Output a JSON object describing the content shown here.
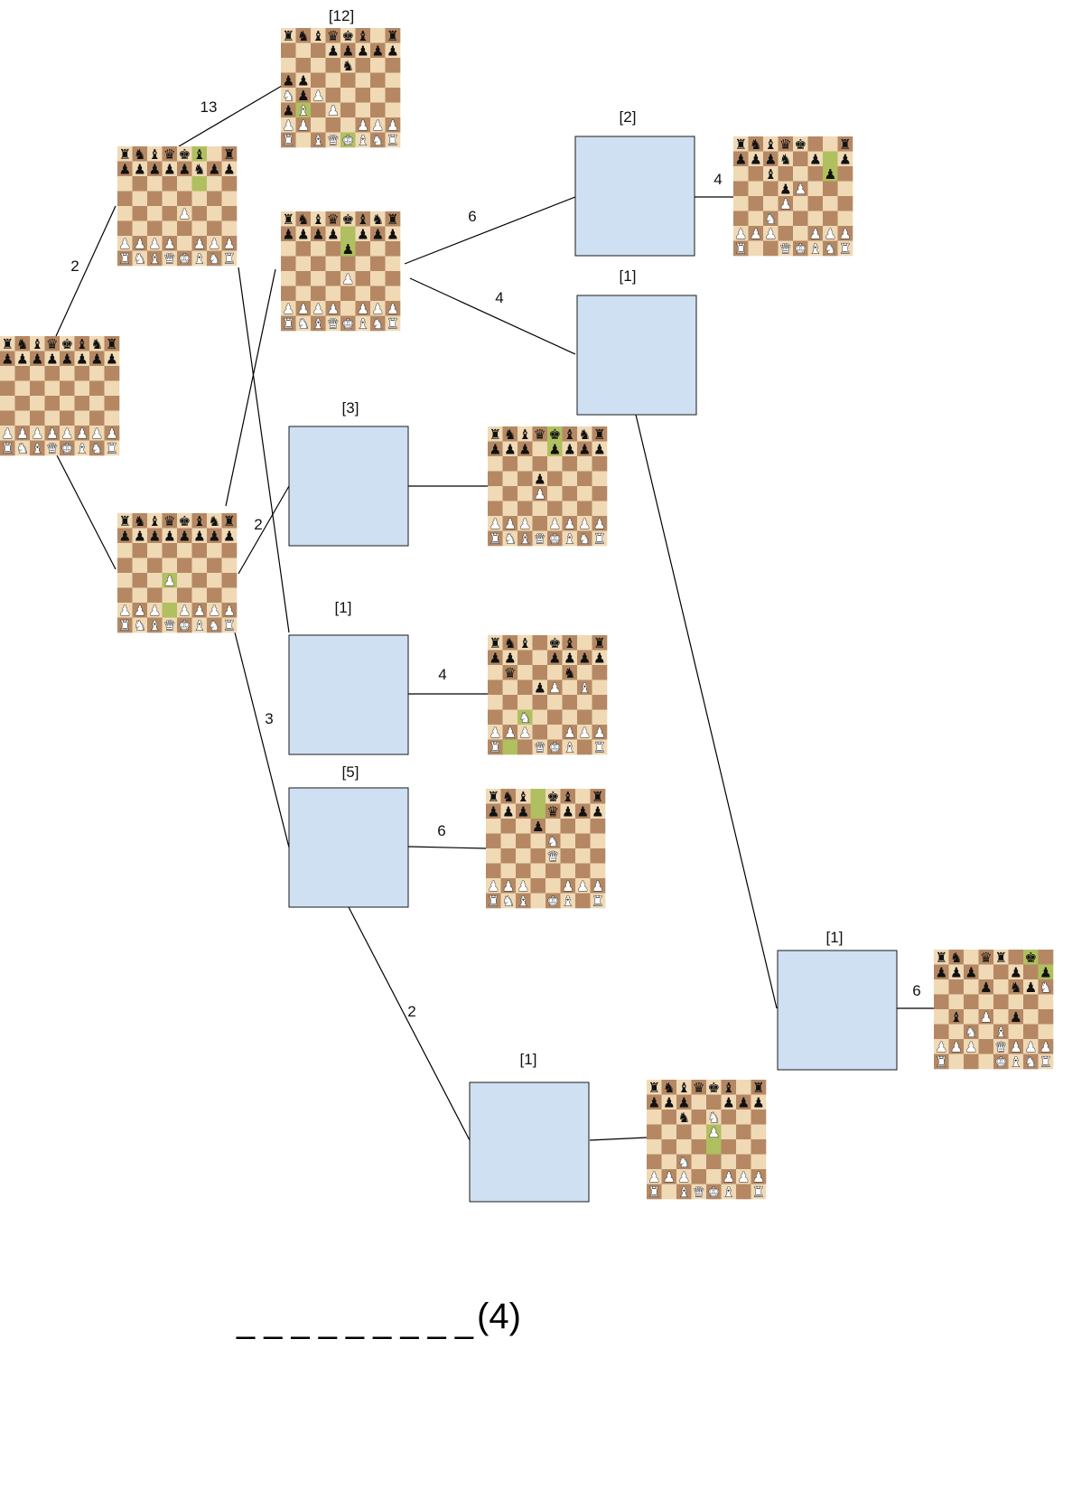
{
  "colors": {
    "light_square": "#f0d9b5",
    "dark_square": "#b58863",
    "highlight_square": "#b0bf5f",
    "empty_box_fill": "#cfe0f3",
    "line": "#000000",
    "white_piece": "#ffffff",
    "black_piece": "#111111"
  },
  "edge_labels": {
    "root_top": "2",
    "n1_n5": "13",
    "n2_e1": "2",
    "n2_e3": "3",
    "n6_e6": "6",
    "n6_e7": "4",
    "e6_n7": "4",
    "e2_n9": "4",
    "e3_n10": "6",
    "e3_e4": "2",
    "e5_n12": "6"
  },
  "box_labels": {
    "n5": "[12]",
    "e1": "[3]",
    "e2": "[1]",
    "e3": "[5]",
    "e4": "[1]",
    "e5": "[1]",
    "e6": "[2]",
    "e7": "[1]"
  },
  "answer": {
    "blanks": "_ _ _ _ _ _ _ _ _",
    "enumeration": "(4)"
  },
  "boards": {
    "n0": {
      "rows": [
        "rnbqkbnr",
        "pppppppp",
        "........",
        "........",
        "........",
        "........",
        "PPPPPPPP",
        "RNBQKBNR"
      ],
      "highlights": []
    },
    "n1": {
      "rows": [
        "rnbqkb.r",
        "pppppnpp",
        "........",
        "........",
        "....P...",
        "........",
        "PPPP.PPP",
        "RNBQKBNR"
      ],
      "highlights": [
        "f8",
        "f6"
      ]
    },
    "n2": {
      "rows": [
        "rnbqkbnr",
        "pppppppp",
        "........",
        "........",
        "...P....",
        "........",
        "PPP.PPPP",
        "RNBQKBNR"
      ],
      "highlights": [
        "d4",
        "d2"
      ]
    },
    "n5": {
      "rows": [
        "rnbqkb.r",
        "...ppppp",
        "....n...",
        "pp......",
        "NpP.....",
        "pB.P....",
        "PP...PPP",
        "R.BQKBNR"
      ],
      "highlights": [
        "b3",
        "e1"
      ]
    },
    "n6": {
      "rows": [
        "rnbqkbnr",
        "pppp.ppp",
        "....p...",
        "........",
        "....P...",
        "........",
        "PPPP.PPP",
        "RNBQKBNR"
      ],
      "highlights": [
        "e7",
        "e6"
      ]
    },
    "n7": {
      "rows": [
        "rnbqk..r",
        "pppn.p.p",
        "..b...p.",
        "...pP...",
        "...P....",
        "..N.....",
        "PPP..PPP",
        "R..QKBNR"
      ],
      "highlights": [
        "g7",
        "g6"
      ]
    },
    "n8": {
      "rows": [
        "rnbqkbnr",
        "ppp.pppp",
        "........",
        "...p....",
        "...P....",
        "........",
        "PPP.PPPP",
        "RNBQKBNR"
      ],
      "highlights": [
        "e8",
        "e7"
      ]
    },
    "n9": {
      "rows": [
        "rnb.kb.r",
        "pp..pppp",
        ".q...n..",
        "...pP.B.",
        "........",
        "..N.....",
        "PPP..PPP",
        "R..QKB.R"
      ],
      "highlights": [
        "b1",
        "c3"
      ]
    },
    "n10": {
      "rows": [
        "rnb.kb.r",
        "ppp.qppp",
        "...p....",
        "....N...",
        "....Q...",
        "........",
        "PPP..PPP",
        "RNB.KB.R"
      ],
      "highlights": [
        "d8",
        "d7"
      ]
    },
    "n11": {
      "rows": [
        "rnbqkb.r",
        "ppp..ppp",
        "..n.N...",
        "....P...",
        "........",
        "..N.....",
        "PPP..PPP",
        "R.BQKB.R"
      ],
      "highlights": [
        "e4",
        "e5"
      ]
    },
    "n12": {
      "rows": [
        "rn.qr.k.",
        "ppp..p.p",
        "...p.npN",
        "........",
        ".b.P.p..",
        "..N.B...",
        "PPP.QPPP",
        "R...KBNR"
      ],
      "highlights": [
        "g8",
        "h7"
      ]
    }
  }
}
